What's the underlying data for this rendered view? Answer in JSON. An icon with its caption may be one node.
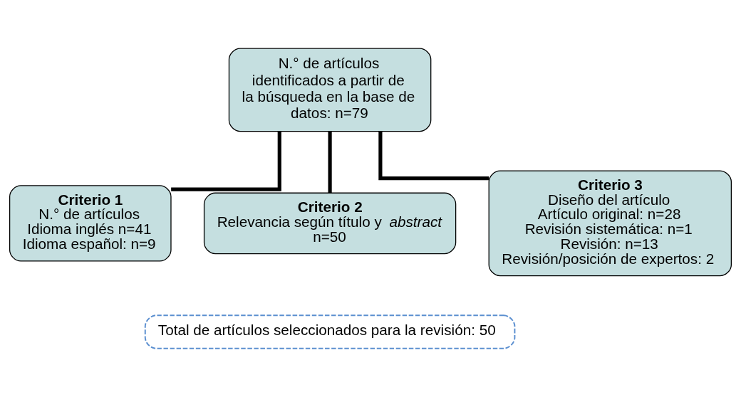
{
  "diagram": {
    "nodes": [
      {
        "text": [
          "N.° de artículos identificados a partir de la búsqueda en la base de datos: n=79"
        ]
      },
      {
        "text": [
          "Criterio 1",
          "N.° de artículos",
          "Idioma inglés n=41",
          "Idioma español: n=9"
        ]
      },
      {
        "text": [
          "Criterio 2",
          "Relevancia según título y *abstract*",
          "n=50"
        ]
      },
      {
        "text": [
          "Criterio 3",
          "Diseño del artículo",
          "Artículo original: n=28",
          "Revisión sistemática: n=1",
          "Revisión: n=13",
          "Revisión/posición de expertos: 2"
        ]
      },
      {
        "text": [
          "Total de artículos seleccionados para la revisión: 50"
        ]
      }
    ],
    "edges": [
      {
        "from": 0,
        "to": 1,
        "arrow": "none"
      },
      {
        "from": 0,
        "to": 2,
        "arrow": "none"
      },
      {
        "from": 0,
        "to": 3,
        "arrow": "none"
      }
    ]
  }
}
